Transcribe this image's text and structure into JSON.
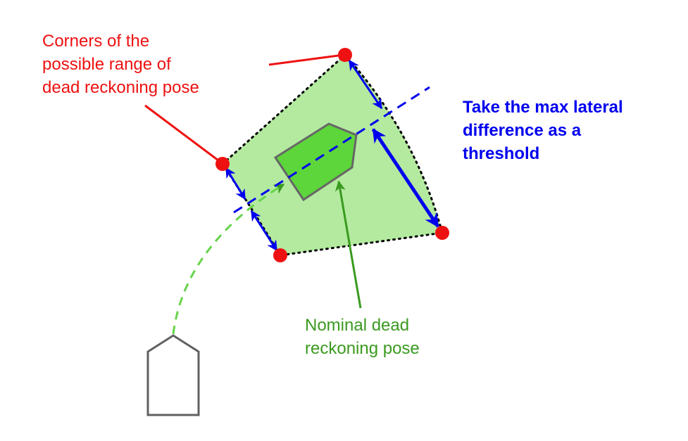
{
  "labels": {
    "corners": "Corners of the\npossible range of\ndead reckoning pose",
    "threshold": "Take the max lateral\ndifference as a\nthreshold",
    "nominal": "Nominal dead\nreckoning pose"
  },
  "colors": {
    "corner_text": "#ee1111",
    "corner_dot": "#ee1111",
    "threshold_text": "#0000ee",
    "arrows": "#0000ee",
    "nominal_text": "#3a9a1f",
    "nominal_arrow": "#3a9a1f",
    "range_fill": "#b3ea9f",
    "nominal_fill": "#5cd63a",
    "vehicle_outline": "#606060",
    "trajectory": "#66d44a"
  }
}
